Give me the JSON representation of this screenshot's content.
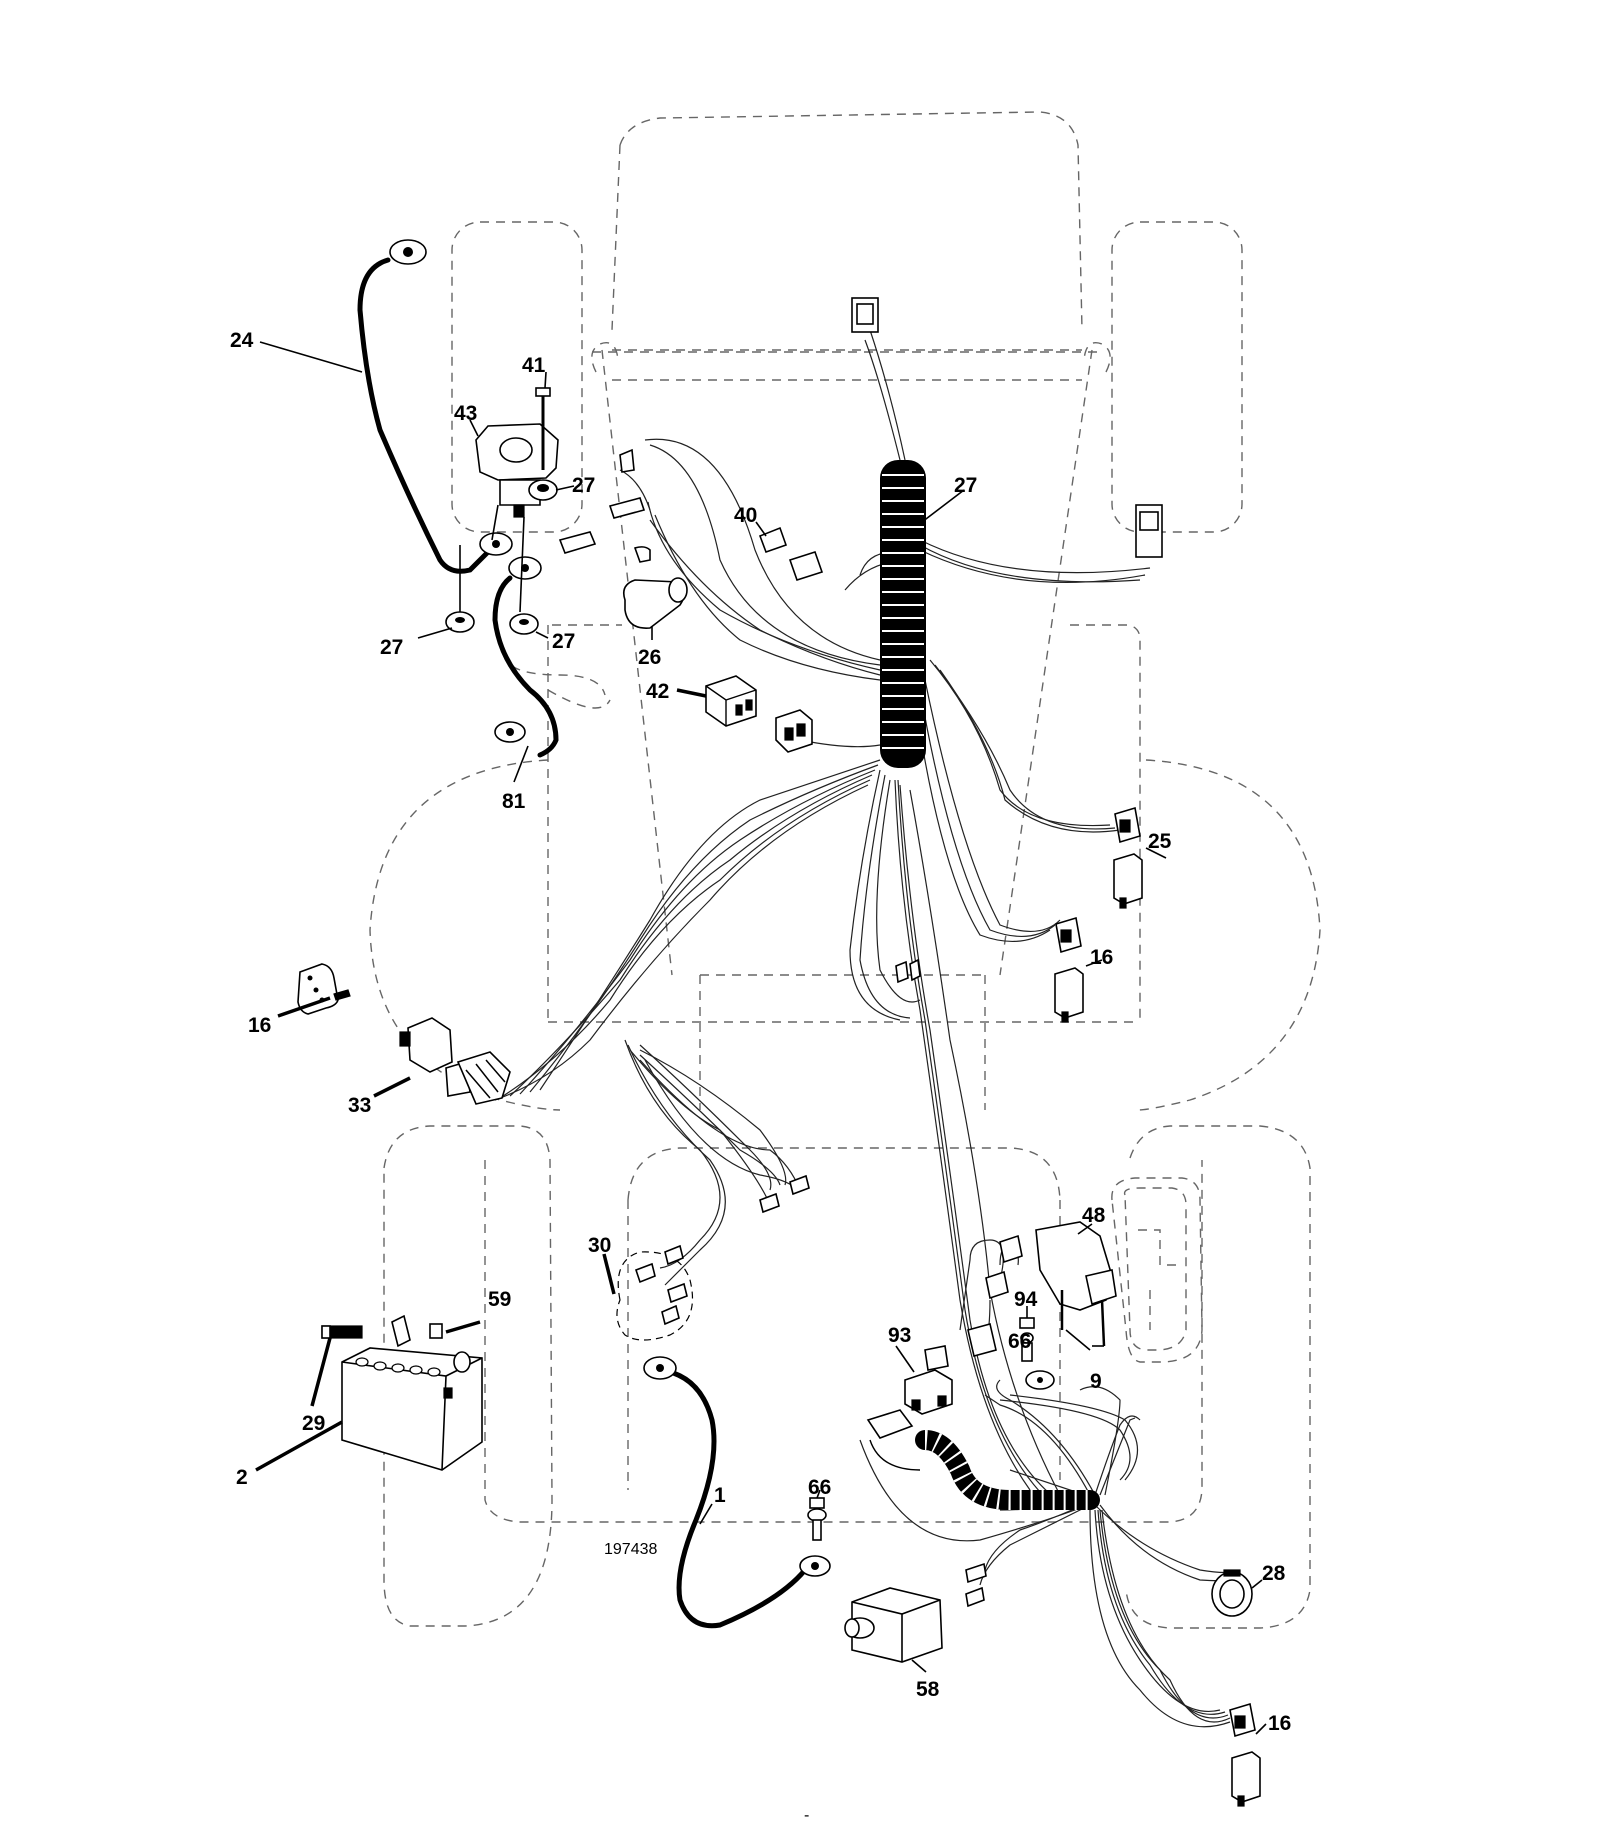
{
  "diagram": {
    "drawing_number": "197438",
    "page_mark": "-",
    "callouts": [
      {
        "id": "c24",
        "text": "24"
      },
      {
        "id": "c41",
        "text": "41"
      },
      {
        "id": "c43",
        "text": "43"
      },
      {
        "id": "c27a",
        "text": "27"
      },
      {
        "id": "c27b",
        "text": "27"
      },
      {
        "id": "c27c",
        "text": "27"
      },
      {
        "id": "c27d",
        "text": "27"
      },
      {
        "id": "c40",
        "text": "40"
      },
      {
        "id": "c26",
        "text": "26"
      },
      {
        "id": "c42",
        "text": "42"
      },
      {
        "id": "c81",
        "text": "81"
      },
      {
        "id": "c25",
        "text": "25"
      },
      {
        "id": "c16a",
        "text": "16"
      },
      {
        "id": "c16b",
        "text": "16"
      },
      {
        "id": "c16c",
        "text": "16"
      },
      {
        "id": "c33",
        "text": "33"
      },
      {
        "id": "c30",
        "text": "30"
      },
      {
        "id": "c48",
        "text": "48"
      },
      {
        "id": "c94",
        "text": "94"
      },
      {
        "id": "c66a",
        "text": "66"
      },
      {
        "id": "c66b",
        "text": "66"
      },
      {
        "id": "c9",
        "text": "9"
      },
      {
        "id": "c93",
        "text": "93"
      },
      {
        "id": "c29",
        "text": "29"
      },
      {
        "id": "c2",
        "text": "2"
      },
      {
        "id": "c1",
        "text": "1"
      },
      {
        "id": "c28",
        "text": "28"
      },
      {
        "id": "c58",
        "text": "58"
      },
      {
        "id": "c59",
        "text": "59"
      }
    ]
  }
}
